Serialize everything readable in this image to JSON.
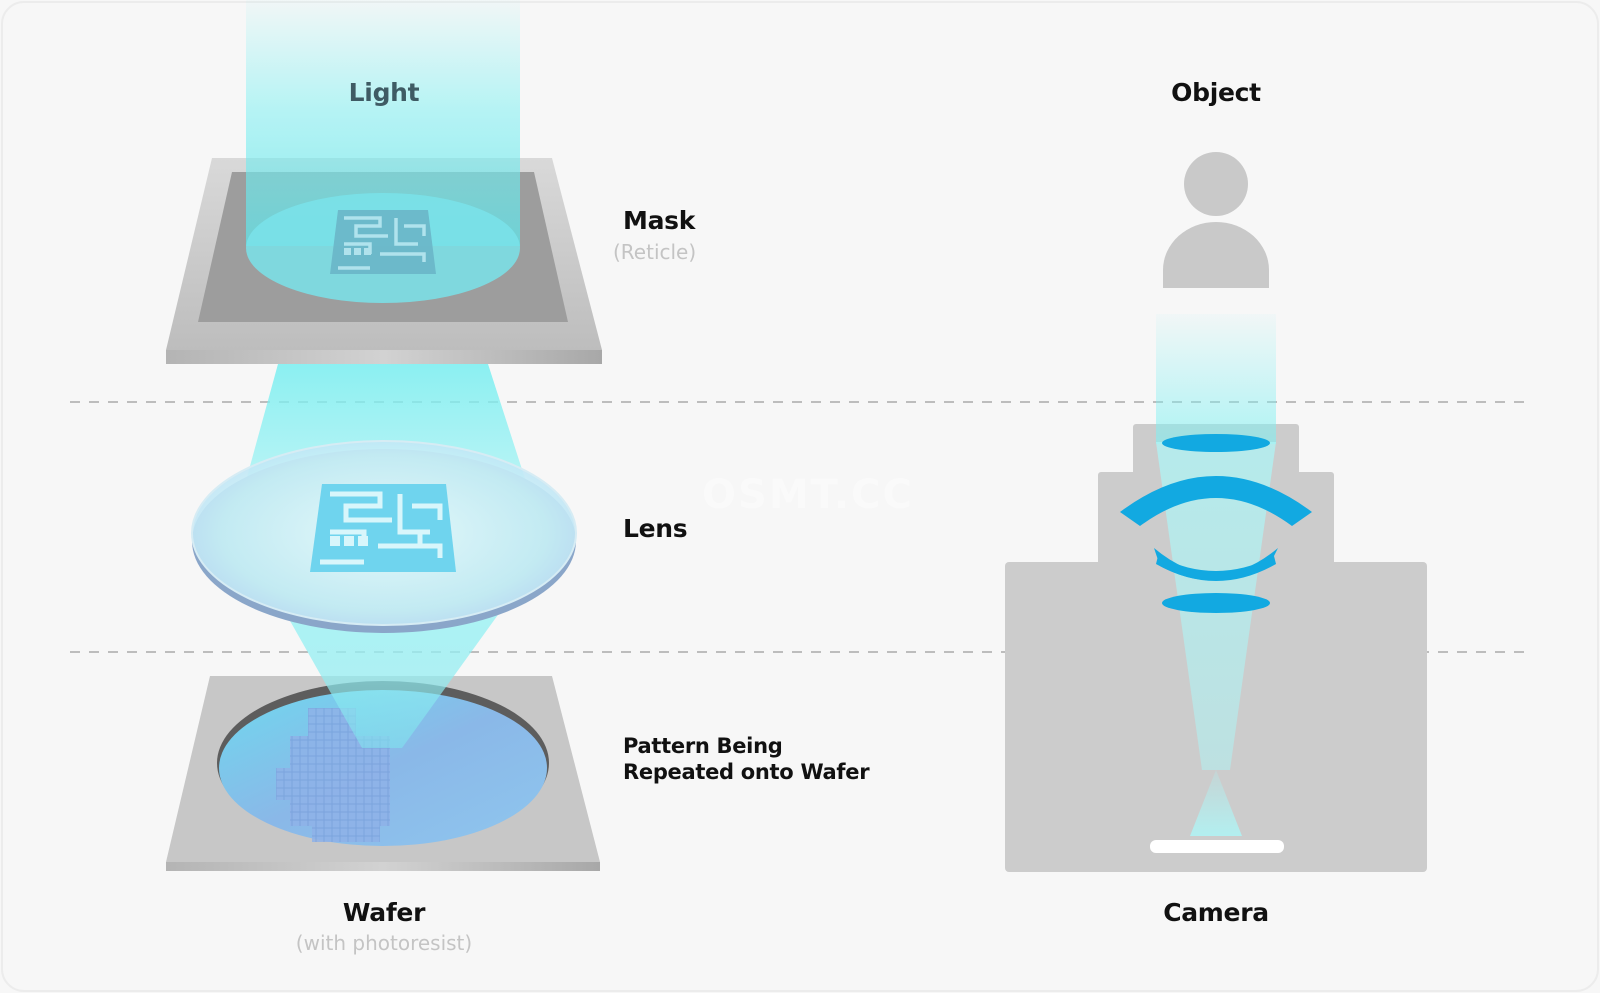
{
  "lithography": {
    "light_label": "Light",
    "mask_label": "Mask",
    "mask_sub": "(Reticle)",
    "lens_label": "Lens",
    "pattern_label_line1": "Pattern Being",
    "pattern_label_line2": "Repeated onto Wafer",
    "wafer_label": "Wafer",
    "wafer_sub": "(with photoresist)"
  },
  "camera_analogy": {
    "object_label": "Object",
    "camera_label": "Camera"
  },
  "watermark": "OSMT.CC",
  "colors": {
    "background": "#f7f7f7",
    "beam_cyan": "#7ff0f2",
    "lens_blue": "#12a9e1",
    "gray_body": "#cccccc",
    "frame_gray": "#c8c8c8",
    "wafer_blue": "#8ab8e8"
  }
}
